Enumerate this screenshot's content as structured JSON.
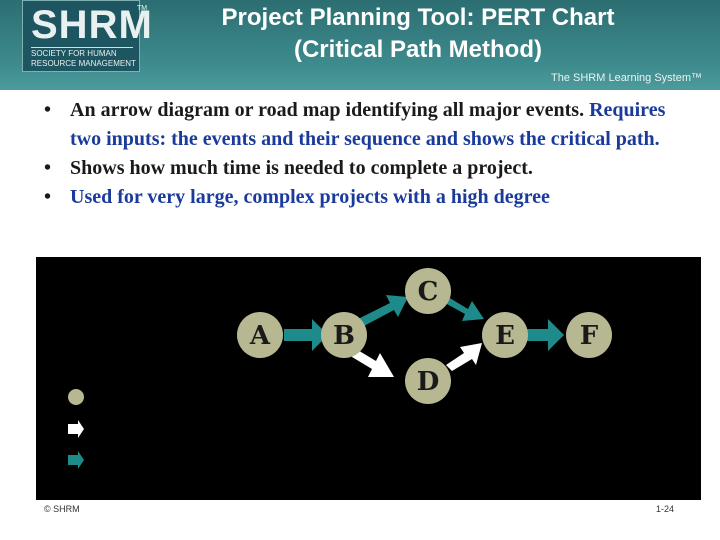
{
  "header": {
    "logo_main": "SHRM",
    "logo_tm": "TM",
    "logo_sub": "SOCIETY FOR HUMAN RESOURCE MANAGEMENT",
    "title_line1": "Project Planning Tool: PERT Chart",
    "title_line2": "(Critical Path Method)",
    "tagline": "The SHRM Learning System™"
  },
  "bullets": [
    {
      "text_a": "An arrow diagram or road map identifying all major events.",
      "text_b": "Requires two inputs: the events and their sequence and shows the critical path."
    },
    {
      "text_a": "Shows how much time is needed to complete a project.",
      "text_b": ""
    },
    {
      "text_a": "",
      "text_b": "Used for very large, complex projects with a high degree"
    }
  ],
  "diagram": {
    "nodes": [
      "A",
      "B",
      "C",
      "D",
      "E",
      "F"
    ],
    "colors": {
      "node_fill": "#b7b891",
      "critical_arrow": "#1f8a8a",
      "other_arrow": "#ffffff",
      "background": "#000000"
    },
    "legend_icons": [
      "circle-icon",
      "arrow-white-icon",
      "arrow-teal-icon"
    ]
  },
  "footer": {
    "copyright": "© SHRM",
    "page": "1-24"
  }
}
